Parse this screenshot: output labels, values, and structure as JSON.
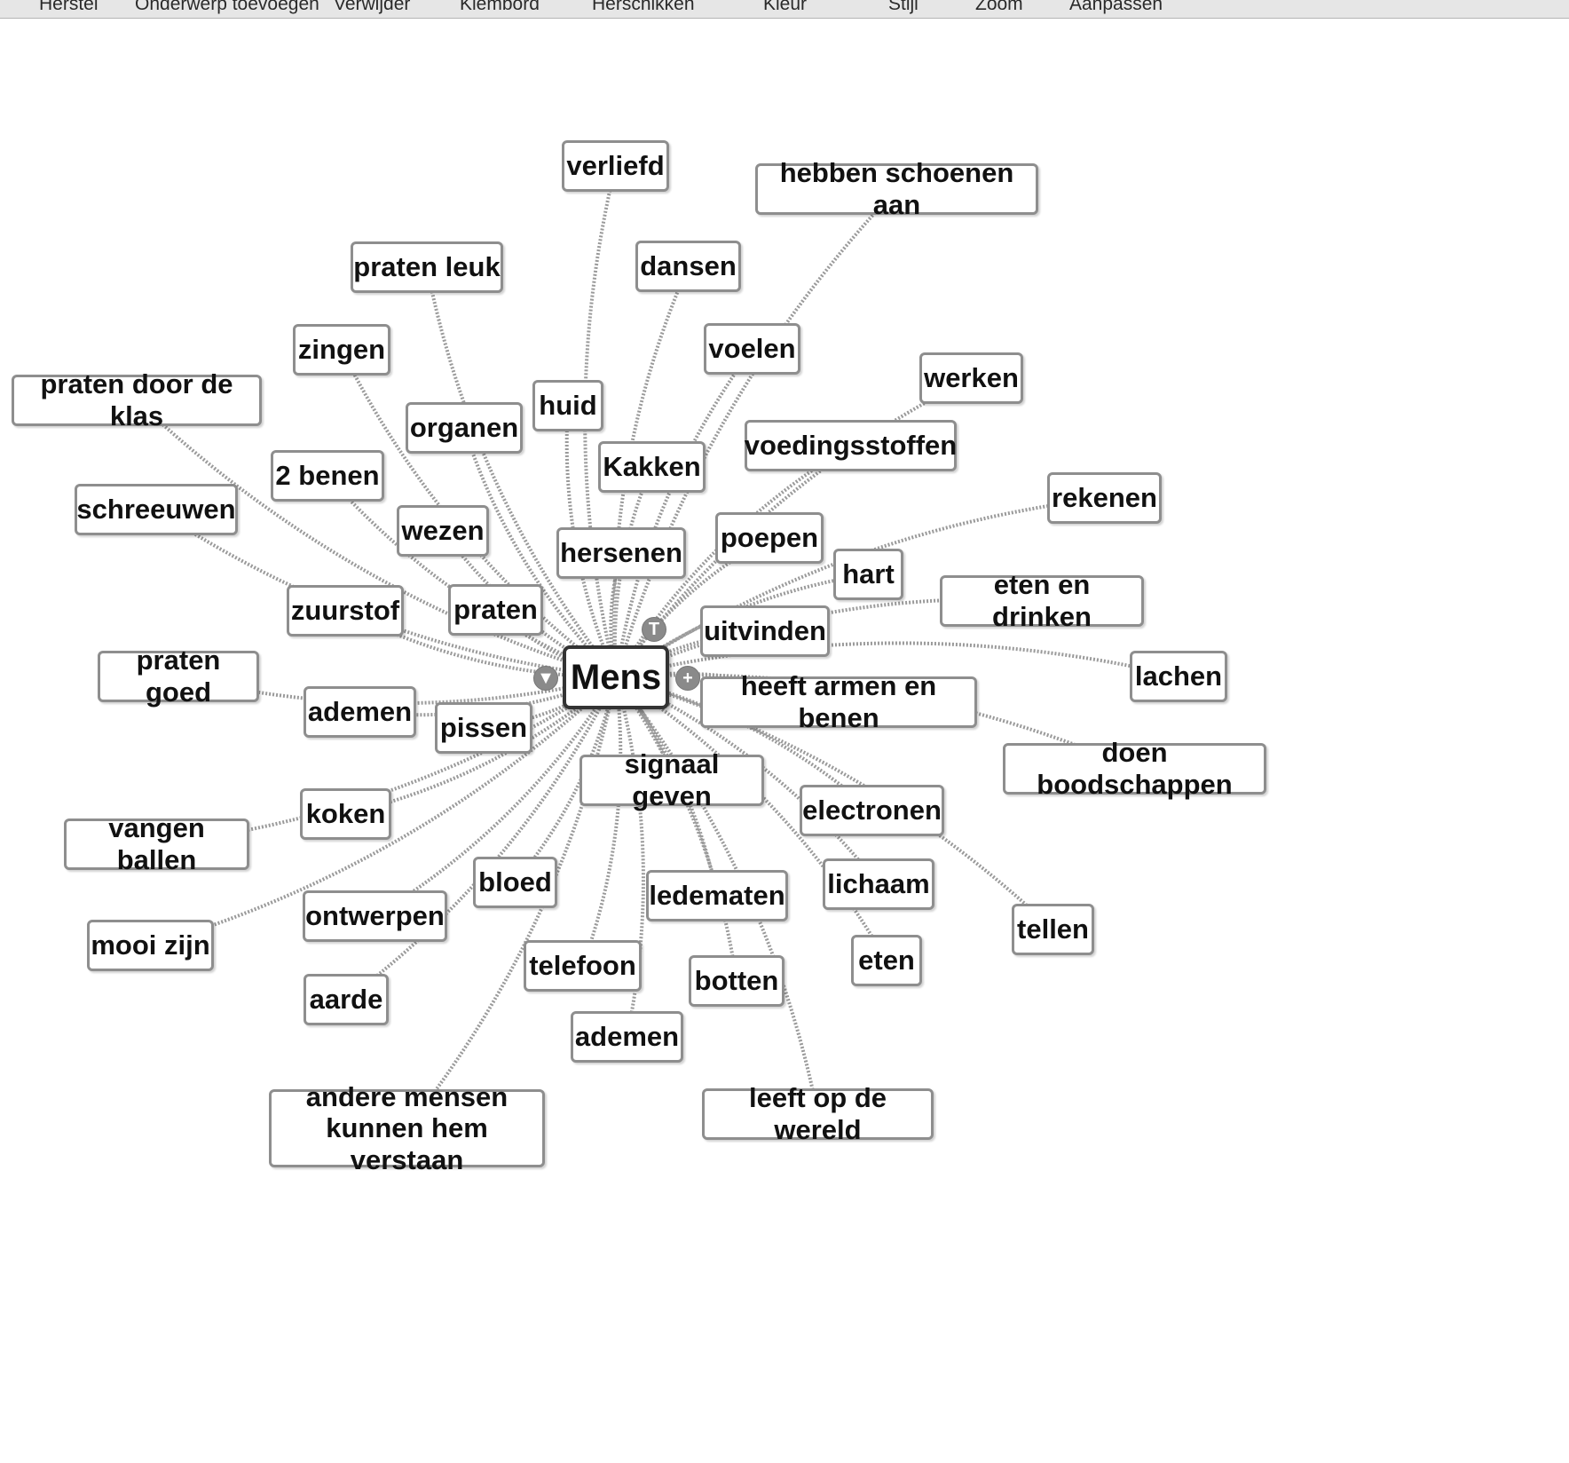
{
  "toolbar": {
    "items": [
      "Herstel",
      "Onderwerp toevoegen",
      "Verwijder",
      "Klembord",
      "Herschikken",
      "Kleur",
      "Stijl",
      "Zoom",
      "Aanpassen"
    ]
  },
  "mindmap": {
    "central": "Mens",
    "topics": [
      "verliefd",
      "hebben schoenen aan",
      "praten leuk",
      "dansen",
      "zingen",
      "voelen",
      "werken",
      "praten door de klas",
      "huid",
      "organen",
      "Kakken",
      "voedingsstoffen",
      "2 benen",
      "rekenen",
      "schreeuwen",
      "wezen",
      "hersenen",
      "poepen",
      "hart",
      "zuurstof",
      "praten",
      "eten en drinken",
      "uitvinden",
      "praten goed",
      "lachen",
      "ademen",
      "pissen",
      "heeft armen en benen",
      "doen boodschappen",
      "signaal geven",
      "koken",
      "electronen",
      "vangen ballen",
      "bloed",
      "lichaam",
      "ledematen",
      "ontwerpen",
      "tellen",
      "mooi zijn",
      "eten",
      "telefoon",
      "botten",
      "aarde",
      "ademen",
      "andere mensen\nkunnen hem verstaan",
      "leeft op de wereld"
    ]
  },
  "controls": {
    "collapse": "▼",
    "expand": "+",
    "top": "T"
  },
  "colors": {
    "node_border": "#8e8e8e",
    "central_border": "#333333",
    "connector": "#9a9a9a"
  }
}
